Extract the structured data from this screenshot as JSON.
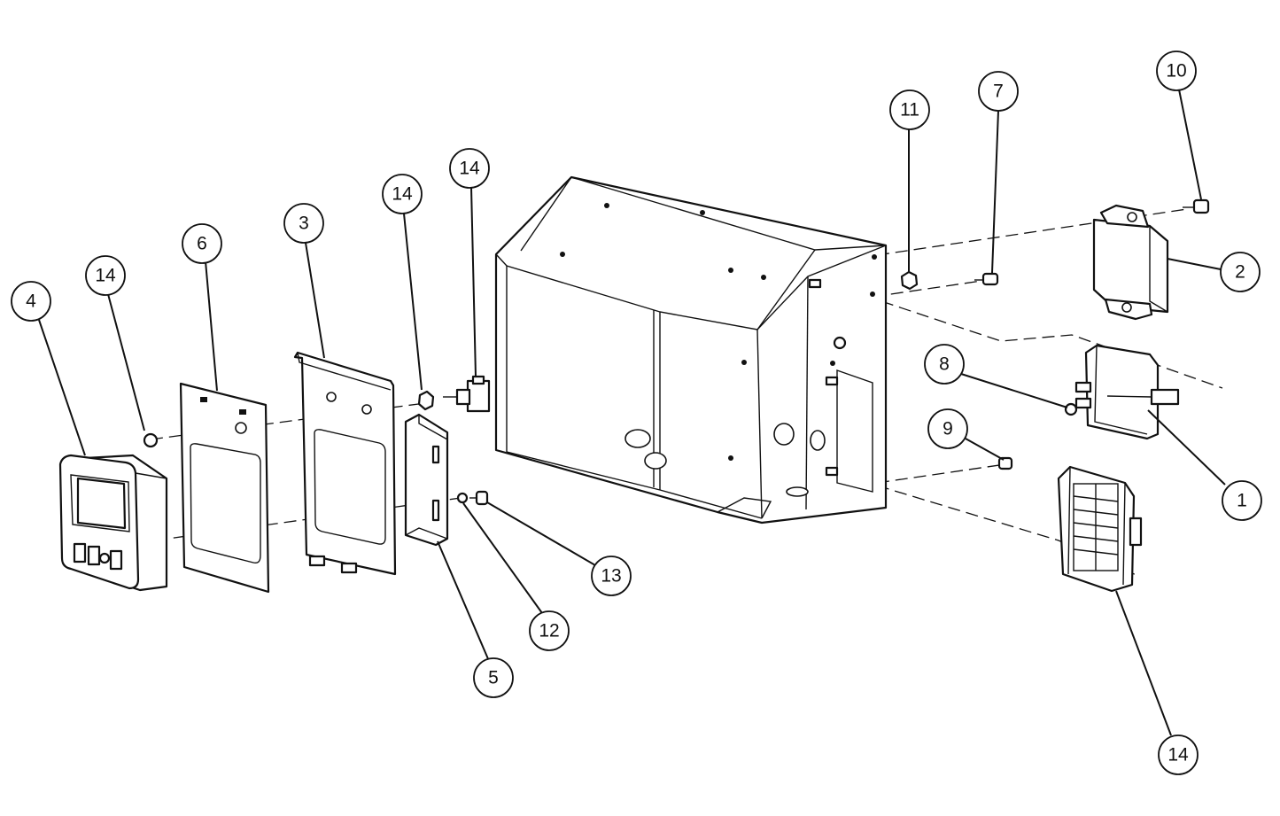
{
  "callouts": [
    {
      "id": "c1",
      "label": "1"
    },
    {
      "id": "c2",
      "label": "2"
    },
    {
      "id": "c3",
      "label": "3"
    },
    {
      "id": "c4",
      "label": "4"
    },
    {
      "id": "c5",
      "label": "5"
    },
    {
      "id": "c6",
      "label": "6"
    },
    {
      "id": "c7",
      "label": "7"
    },
    {
      "id": "c8",
      "label": "8"
    },
    {
      "id": "c9",
      "label": "9"
    },
    {
      "id": "c10",
      "label": "10"
    },
    {
      "id": "c11",
      "label": "11"
    },
    {
      "id": "c12",
      "label": "12"
    },
    {
      "id": "c13",
      "label": "13"
    },
    {
      "id": "c14a",
      "label": "14"
    },
    {
      "id": "c14b",
      "label": "14"
    },
    {
      "id": "c14c",
      "label": "14"
    },
    {
      "id": "c14d",
      "label": "14"
    }
  ]
}
